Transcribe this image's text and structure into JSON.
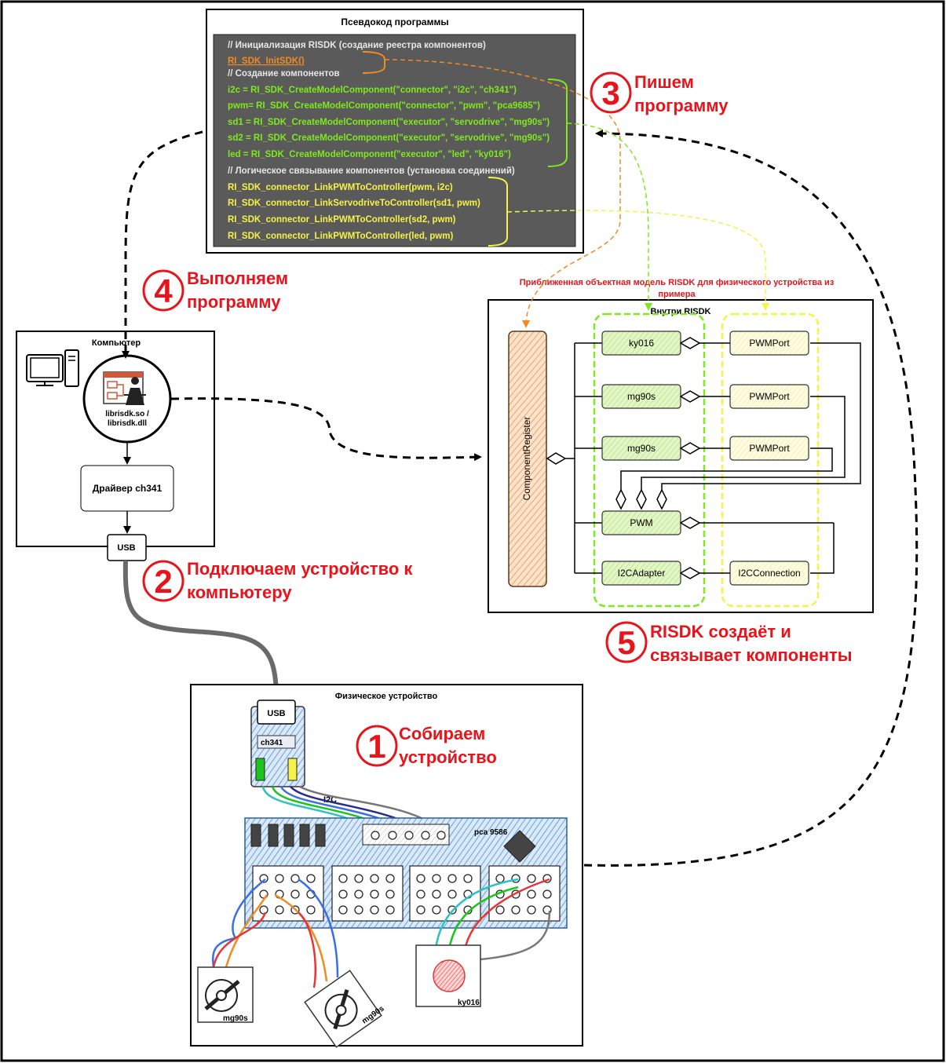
{
  "pseudocode": {
    "title": "Псевдокод программы",
    "lines": [
      {
        "text": "// Инициализация RISDK (создание реестра компонентов)",
        "color": "#e6e6e6"
      },
      {
        "text": "RI_SDK_InitSDK()",
        "color": "#f08a24"
      },
      {
        "text": "// Создание компонентов",
        "color": "#e6e6e6"
      },
      {
        "text": "i2c = RI_SDK_CreateModelComponent(\"connector\", \"i2c\", \"ch341\")",
        "color": "#7fe81e"
      },
      {
        "text": "pwm= RI_SDK_CreateModelComponent(\"connector\", \"pwm\", \"pca9685\")",
        "color": "#7fe81e"
      },
      {
        "text": "sd1 = RI_SDK_CreateModelComponent(\"executor\", \"servodrive\", \"mg90s\")",
        "color": "#7fe81e"
      },
      {
        "text": "sd2 = RI_SDK_CreateModelComponent(\"executor\", \"servodrive\", \"mg90s\")",
        "color": "#7fe81e"
      },
      {
        "text": "led = RI_SDK_CreateModelComponent(\"executor\", \"led\", \"ky016\")",
        "color": "#7fe81e"
      },
      {
        "text": "// Логическое связывание компонентов (установка соединений)",
        "color": "#e6e6e6"
      },
      {
        "text": "RI_SDK_connector_LinkPWMToController(pwm, i2c)",
        "color": "#f5f24a"
      },
      {
        "text": "RI_SDK_connector_LinkServodriveToController(sd1, pwm)",
        "color": "#f5f24a"
      },
      {
        "text": "RI_SDK_connector_LinkPWMToController(sd2, pwm)",
        "color": "#f5f24a"
      },
      {
        "text": "RI_SDK_connector_LinkPWMToController(led, pwm)",
        "color": "#f5f24a"
      }
    ]
  },
  "steps": [
    {
      "num": "1",
      "line1": "Собираем",
      "line2": "устройство"
    },
    {
      "num": "2",
      "line1": "Подключаем устройство к",
      "line2": "компьютеру"
    },
    {
      "num": "3",
      "line1": "Пишем",
      "line2": "программу"
    },
    {
      "num": "4",
      "line1": "Выполняем",
      "line2": "программу"
    },
    {
      "num": "5",
      "line1": "RISDK создаёт и",
      "line2": "связывает компоненты"
    }
  ],
  "computer": {
    "title": "Компьютер",
    "lib_line1": "librisdk.so /",
    "lib_line2": "librisdk.dll",
    "driver": "Драйвер ch341",
    "usb": "USB"
  },
  "model": {
    "caption_line1": "Приближенная объектная модель RISDK для физического устройства из",
    "caption_line2": "примера",
    "inside": "Внутри RISDK",
    "register": "ComponentRegister",
    "components": [
      "ky016",
      "mg90s",
      "mg90s",
      "PWM",
      "I2CAdapter"
    ],
    "ports": [
      "PWMPort",
      "PWMPort",
      "PWMPort",
      "I2CConnection"
    ]
  },
  "device": {
    "title": "Физическое устройство",
    "usb": "USB",
    "chip": "ch341",
    "i2c": "I2C",
    "board": "pca 9586",
    "servo1": "mg90s",
    "servo2": "mg90s",
    "led": "ky016"
  },
  "colors": {
    "step_red": "#e8141c",
    "code_bg": "#5a5a5a",
    "green": "#7fe81e",
    "yellow": "#f5f24a",
    "orange": "#f08a24",
    "board_blue": "#4a8fd8"
  }
}
